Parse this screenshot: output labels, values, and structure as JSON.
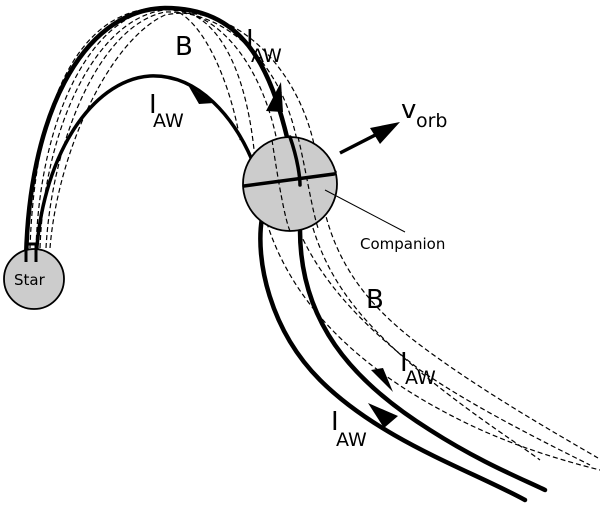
{
  "diagram": {
    "type": "magnetic-field-current-schematic",
    "bodies": {
      "star": {
        "label": "Star",
        "fill": "#cccccc"
      },
      "companion": {
        "label": "Companion",
        "fill": "#cccccc"
      }
    },
    "labels": {
      "field_top": "B",
      "field_bottom": "B",
      "current_main": "I",
      "current_sub": "AW",
      "velocity_main": "v",
      "velocity_sub": "orb"
    },
    "colors": {
      "line": "#000000",
      "body_fill": "#cccccc",
      "background": "#ffffff"
    }
  }
}
